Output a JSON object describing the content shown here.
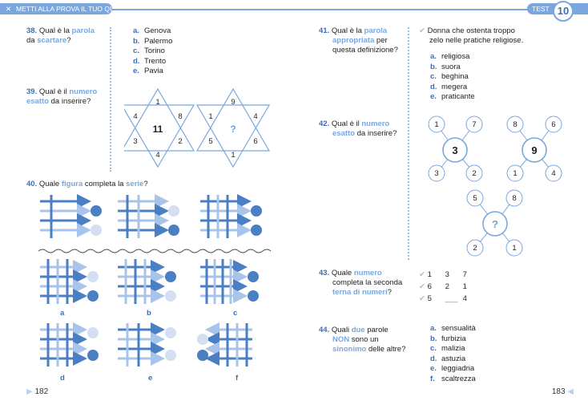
{
  "header": {
    "left_title": "METTI ALLA PROVA IL TUO QI",
    "test_label": "TEST",
    "test_number": "10"
  },
  "q38": {
    "num": "38.",
    "pre": "Qual è la ",
    "w1": "parola",
    "mid": "da ",
    "w2": "scartare",
    "post": "?",
    "options": [
      {
        "l": "a.",
        "t": "Genova"
      },
      {
        "l": "b.",
        "t": "Palermo"
      },
      {
        "l": "c.",
        "t": "Torino"
      },
      {
        "l": "d.",
        "t": "Trento"
      },
      {
        "l": "e.",
        "t": "Pavia"
      }
    ]
  },
  "q39": {
    "num": "39.",
    "pre": "Qual è il ",
    "w1": "numero",
    "w2": "esatto",
    "post": " da inserire?",
    "star1": {
      "top": "1",
      "ul": "4",
      "ur": "8",
      "center": "11",
      "ll": "3",
      "lr": "2",
      "bottom": "4"
    },
    "star2": {
      "top": "9",
      "ul": "1",
      "ur": "4",
      "center": "?",
      "ll": "5",
      "lr": "6",
      "bottom": "1"
    }
  },
  "q40": {
    "num": "40.",
    "pre": "Quale ",
    "w1": "figura",
    "mid": " completa la ",
    "w2": "serie",
    "post": "?",
    "labels": [
      "a",
      "b",
      "c",
      "d",
      "e",
      "f"
    ]
  },
  "q41": {
    "num": "41.",
    "pre": "Qual è la ",
    "w1": "parola",
    "w2": "appropriata",
    "l3": "per",
    "l4": "questa definizione?",
    "definition": [
      "Donna che ostenta troppo",
      "zelo nelle pratiche religiose."
    ],
    "options": [
      {
        "l": "a.",
        "t": "religiosa"
      },
      {
        "l": "b.",
        "t": "suora"
      },
      {
        "l": "c.",
        "t": "beghina"
      },
      {
        "l": "d.",
        "t": "megera"
      },
      {
        "l": "e.",
        "t": "praticante"
      }
    ]
  },
  "q42": {
    "num": "42.",
    "pre": "Qual è il ",
    "w1": "numero",
    "w2": "esatto",
    "post": " da inserire?",
    "g1": {
      "center": "3",
      "tl": "1",
      "tr": "7",
      "bl": "3",
      "br": "2"
    },
    "g2": {
      "center": "9",
      "tl": "8",
      "tr": "6",
      "bl": "1",
      "br": "4"
    },
    "g3": {
      "center": "?",
      "tl": "5",
      "tr": "8",
      "bl": "2",
      "br": "1"
    }
  },
  "q43": {
    "num": "43.",
    "l1": "Quale ",
    "w1": "numero",
    "l2": "completa la seconda",
    "w2": "terna di numeri",
    "post": "?",
    "rows": [
      [
        "1",
        "3",
        "7"
      ],
      [
        "6",
        "2",
        "1"
      ],
      [
        "5",
        "___",
        "4"
      ]
    ]
  },
  "q44": {
    "num": "44.",
    "l1": "Quali ",
    "w1": "due",
    "l1b": " parole",
    "w2": "NON",
    "l2": " sono un",
    "w3": "sinonimo",
    "l3": " delle altre?",
    "options": [
      {
        "l": "a.",
        "t": "sensualità"
      },
      {
        "l": "b.",
        "t": "furbizia"
      },
      {
        "l": "c.",
        "t": "malizia"
      },
      {
        "l": "d.",
        "t": "astuzia"
      },
      {
        "l": "e.",
        "t": "leggiadria"
      },
      {
        "l": "f.",
        "t": "scaltrezza"
      }
    ]
  },
  "footer": {
    "left": "182",
    "right": "183"
  }
}
